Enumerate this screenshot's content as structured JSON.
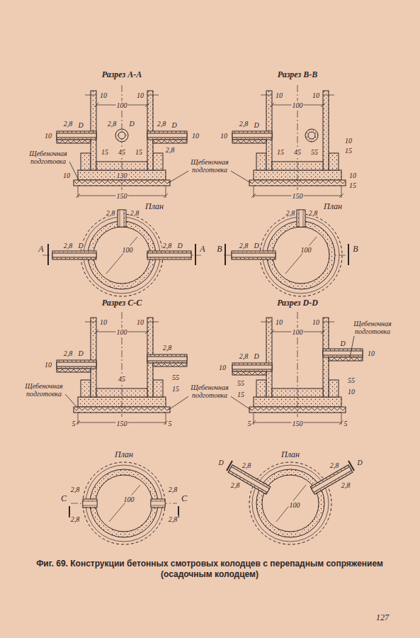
{
  "diagram": {
    "caption": "Фиг. 69. Конструкции бетонных смотровых колодцев с перепадным сопряжением (осадочным колодцем)",
    "labels": [
      "Разрез А-А",
      "10",
      "10",
      "100",
      "2,8",
      "D",
      "10",
      "2,8",
      "D",
      "2,8",
      "D",
      "10",
      "2,8",
      "15",
      "45",
      "15",
      "Щебеночная подготовка",
      "130",
      "10",
      "150",
      "Щебеночная подготовка",
      "Разрез В-В",
      "10",
      "10",
      "100",
      "2,8",
      "D",
      "10",
      "10",
      "15",
      "15",
      "45",
      "55",
      "10",
      "15",
      "150",
      "План",
      "А",
      "2,8",
      "D",
      "2,8",
      "2,8",
      "100",
      "2,8",
      "D",
      "А",
      "План",
      "В",
      "2,8",
      "D",
      "2,8",
      "2,8",
      "100",
      "В",
      "Разрез С-С",
      "10",
      "10",
      "100",
      "2,8",
      "D",
      "10",
      "2,8",
      "45",
      "Щебеночная подготовка",
      "55",
      "15",
      "Щебеночная подготовка",
      "5",
      "150",
      "5",
      "Разрез D-D",
      "10",
      "10",
      "100",
      "Щебеночная подготовка",
      "2,8",
      "D",
      "10",
      "D",
      "10",
      "55",
      "15",
      "55",
      "10",
      "5",
      "150",
      "5",
      "План",
      "С",
      "С",
      "2,8",
      "2,8",
      "2,8",
      "2,8",
      "100",
      "План",
      "D",
      "D",
      "2,8",
      "2,8",
      "2,8",
      "2,8",
      "100",
      "127"
    ]
  }
}
